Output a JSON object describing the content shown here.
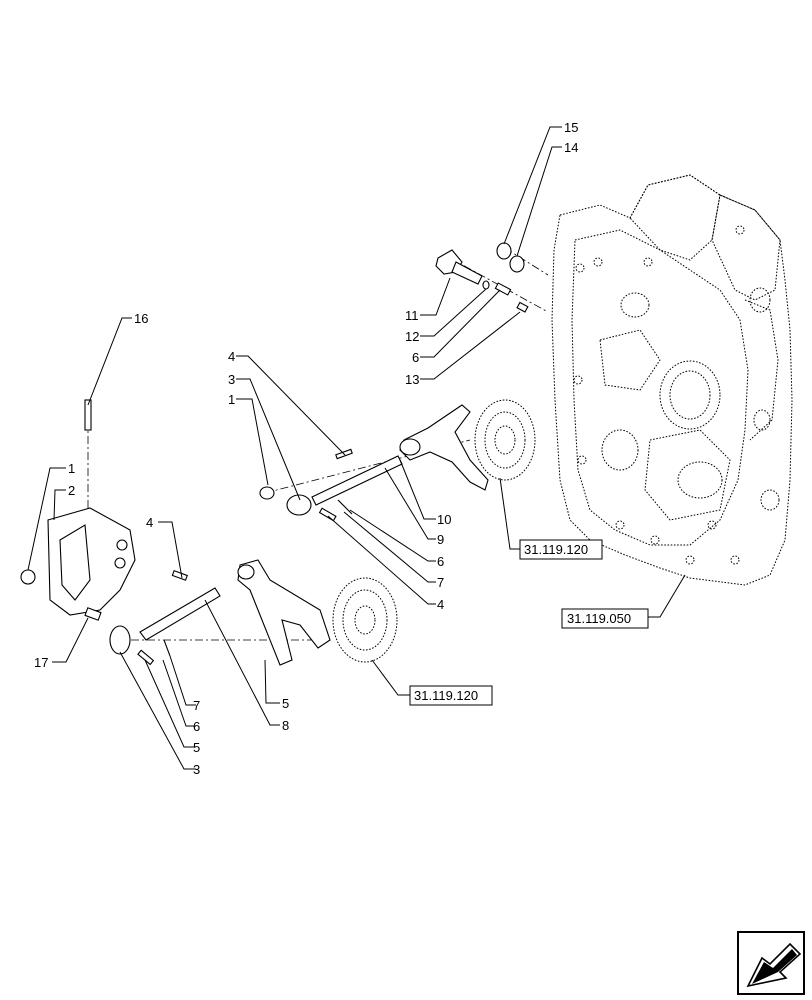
{
  "callouts": {
    "c1a": "1",
    "c2": "2",
    "c17": "17",
    "c16": "16",
    "c4a": "4",
    "c3a": "3",
    "c1b": "1",
    "c4b": "4",
    "c4c": "4",
    "c10": "10",
    "c9": "9",
    "c6a": "6",
    "c7a": "7",
    "c5a": "5",
    "c8": "8",
    "c7b": "7",
    "c6b": "6",
    "c5b": "5",
    "c3b": "3",
    "c11": "11",
    "c12": "12",
    "c6c": "6",
    "c13": "13",
    "c15": "15",
    "c14": "14"
  },
  "references": {
    "ref_upper": "31.119.120",
    "ref_lower": "31.119.120",
    "ref_housing": "31.119.050"
  },
  "nav_icon": "next-page-arrow-icon"
}
